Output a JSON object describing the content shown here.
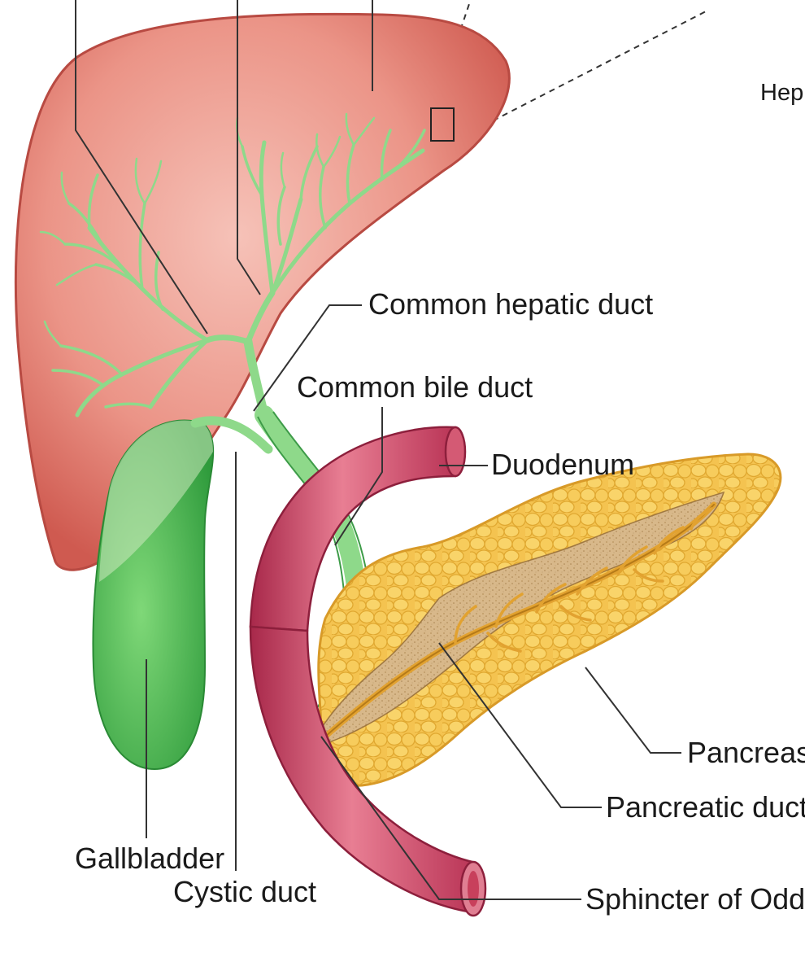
{
  "labels": {
    "hepatic_truncated": "Hep",
    "common_hepatic_duct": "Common hepatic duct",
    "common_bile_duct": "Common bile duct",
    "duodenum": "Duodenum",
    "pancreas": "Pancreas",
    "pancreatic_duct": "Pancreatic duct",
    "sphincter_of_oddi": "Sphincter of Oddi",
    "gallbladder": "Gallbladder",
    "cystic_duct": "Cystic duct"
  },
  "colors": {
    "liver": "#e8847a",
    "liver_dark": "#c6544c",
    "gallbladder": "#55c25a",
    "bile_duct": "#8ed98a",
    "duodenum": "#c8405c",
    "pancreas": "#f3c24a",
    "pancreatic_duct": "#e2a230"
  }
}
